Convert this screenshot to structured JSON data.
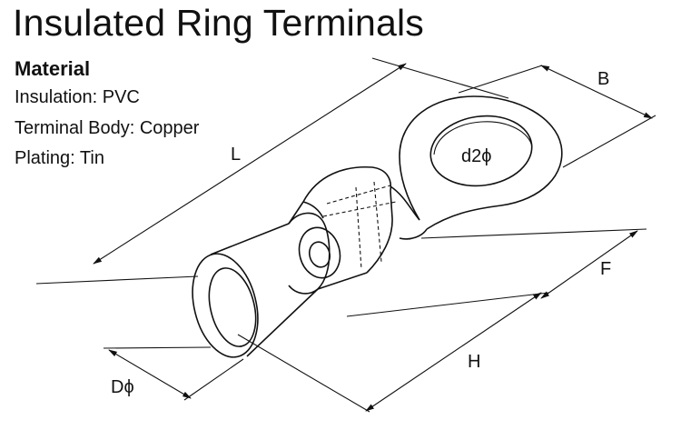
{
  "title": "Insulated Ring Terminals",
  "material": {
    "heading": "Material",
    "lines": [
      "Insulation: PVC",
      "Terminal Body: Copper",
      "Plating: Tin"
    ]
  },
  "dimensions": {
    "L": "L",
    "B": "B",
    "F": "F",
    "H": "H",
    "D": "Dϕ",
    "d2": "d2ϕ"
  }
}
